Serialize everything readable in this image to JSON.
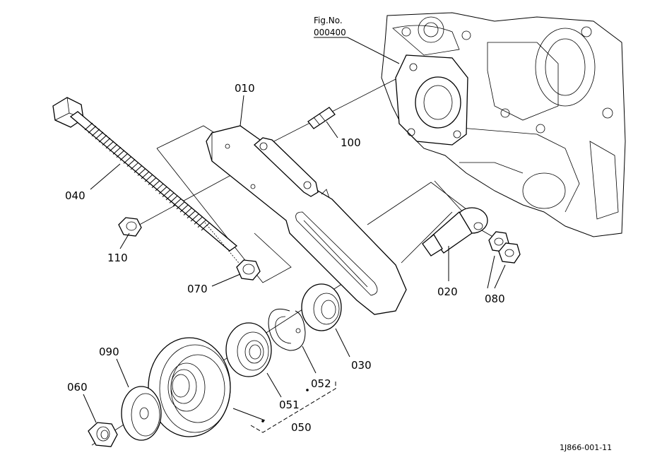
{
  "figure": {
    "fig_no_label": "Fig.No.",
    "fig_no_value": "000400",
    "drawing_code": "1J866-001-11"
  },
  "parts": [
    {
      "id": "010"
    },
    {
      "id": "100"
    },
    {
      "id": "040"
    },
    {
      "id": "110"
    },
    {
      "id": "070"
    },
    {
      "id": "020"
    },
    {
      "id": "080"
    },
    {
      "id": "030"
    },
    {
      "id": "052"
    },
    {
      "id": "051"
    },
    {
      "id": "050"
    },
    {
      "id": "090"
    },
    {
      "id": "060"
    }
  ]
}
